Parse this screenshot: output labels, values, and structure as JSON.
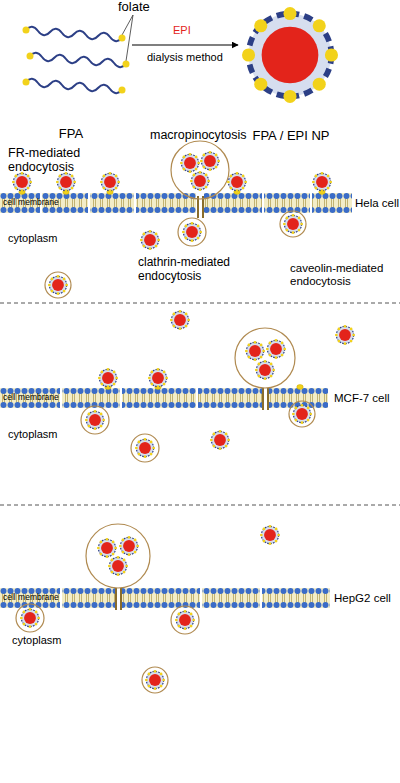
{
  "diagram": {
    "nodes": [
      {
        "text": [
          "FPA"
        ]
      },
      {
        "text": [
          "FPA / EPI NP"
        ]
      }
    ],
    "edges": [
      {
        "from": 0,
        "to": 1,
        "arrow": "to",
        "label": "dialysis method"
      }
    ],
    "labels": [
      "folate",
      "EPI",
      "FR-mediated endocytosis",
      "macropinocytosis",
      "cell membrane",
      "Hela cell",
      "cytoplasm",
      "clathrin-mediated endocytosis",
      "caveolin-mediated endocytosis",
      "cell membrane",
      "MCF-7 cell",
      "cytoplasm",
      "cell membrane",
      "HepG2 cell",
      "cytoplasm"
    ]
  }
}
